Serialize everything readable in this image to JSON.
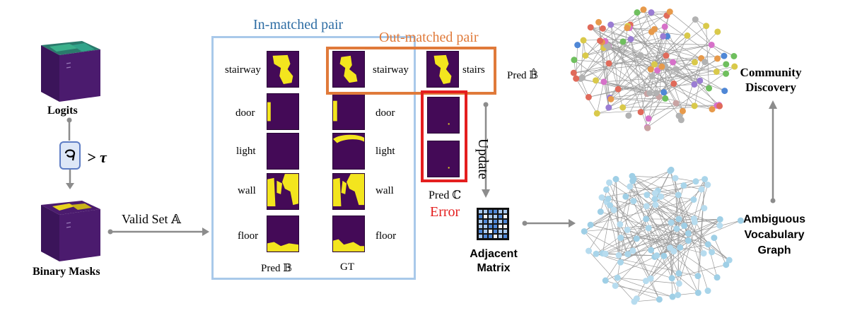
{
  "left": {
    "logits": "Logits",
    "sigma_op": "> τ",
    "binary": "Binary Masks",
    "valid": "Valid Set 𝔸"
  },
  "inmatch": {
    "title": "In-matched pair",
    "rows": [
      "stairway",
      "door",
      "light",
      "wall",
      "floor"
    ],
    "gt_labels": [
      "stairway",
      "door",
      "light",
      "wall",
      "floor"
    ],
    "pred": "Pred 𝔹",
    "gt": "GT"
  },
  "outmatch": {
    "title": "Out-matched pair",
    "pred_label": "stairs",
    "pred_hat": "Pred 𝔹̂"
  },
  "error": {
    "pred": "Pred ℂ",
    "label": "Error"
  },
  "update": "Update",
  "matrix": "Adjacent Matrix",
  "matrix_l1": "Adjacent",
  "matrix_l2": "Matrix",
  "community": {
    "l1": "Community",
    "l2": "Discovery"
  },
  "avg": {
    "l1": "Ambiguous",
    "l2": "Vocabulary",
    "l3": "Graph"
  },
  "colors": {
    "blue_box": "#a9c9ea",
    "orange_box": "#e07a3a",
    "red_box": "#e41f1f",
    "title_blue": "#2e6da4",
    "title_orange": "#e07a3a",
    "arrow": "#8c8c8c",
    "mask_bg": "#440a57",
    "mask_fg": "#f3e51e"
  }
}
